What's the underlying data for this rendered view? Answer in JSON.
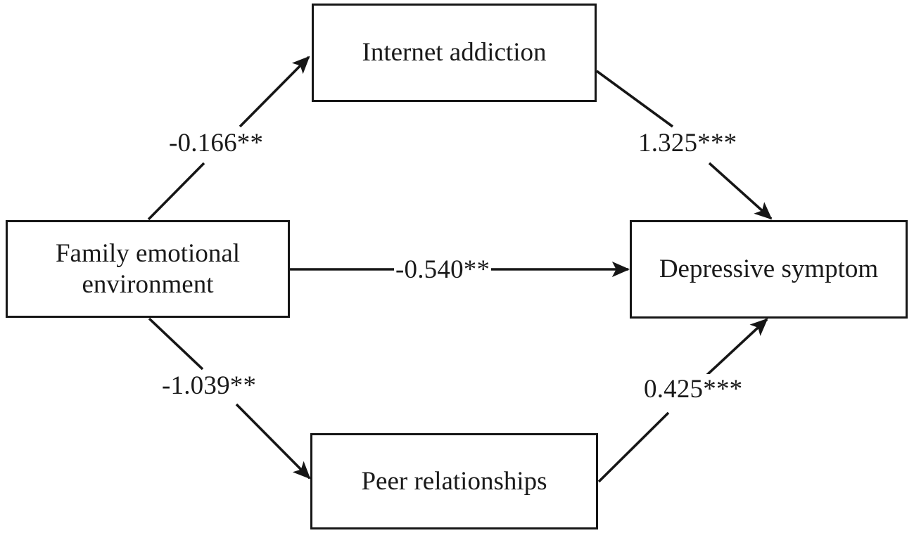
{
  "figure": {
    "type": "path-diagram",
    "background_color": "#ffffff",
    "line_color": "#161616",
    "text_color": "#1a1a1a"
  },
  "nodes": {
    "family": {
      "label": "Family emotional\nenvironment"
    },
    "internet": {
      "label": "Internet addiction"
    },
    "depressive": {
      "label": "Depressive symptom"
    },
    "peer": {
      "label": "Peer relationships"
    }
  },
  "edges": {
    "family_to_internet": {
      "label": "-0.166**"
    },
    "internet_to_depressive": {
      "label": "1.325***"
    },
    "family_to_depressive": {
      "label": "-0.540**"
    },
    "family_to_peer": {
      "label": "-1.039**"
    },
    "peer_to_depressive": {
      "label": "0.425***"
    }
  },
  "chart_data": {
    "type": "diagram",
    "title": "",
    "nodes": [
      {
        "id": "family",
        "label": "Family emotional environment"
      },
      {
        "id": "internet",
        "label": "Internet addiction"
      },
      {
        "id": "peer",
        "label": "Peer relationships"
      },
      {
        "id": "depressive",
        "label": "Depressive symptom"
      }
    ],
    "edges": [
      {
        "from": "family",
        "to": "internet",
        "coefficient": -0.166,
        "significance": "**",
        "label": "-0.166**"
      },
      {
        "from": "internet",
        "to": "depressive",
        "coefficient": 1.325,
        "significance": "***",
        "label": "1.325***"
      },
      {
        "from": "family",
        "to": "depressive",
        "coefficient": -0.54,
        "significance": "**",
        "label": "-0.540**"
      },
      {
        "from": "family",
        "to": "peer",
        "coefficient": -1.039,
        "significance": "**",
        "label": "-1.039**"
      },
      {
        "from": "peer",
        "to": "depressive",
        "coefficient": 0.425,
        "significance": "***",
        "label": "0.425***"
      }
    ]
  }
}
